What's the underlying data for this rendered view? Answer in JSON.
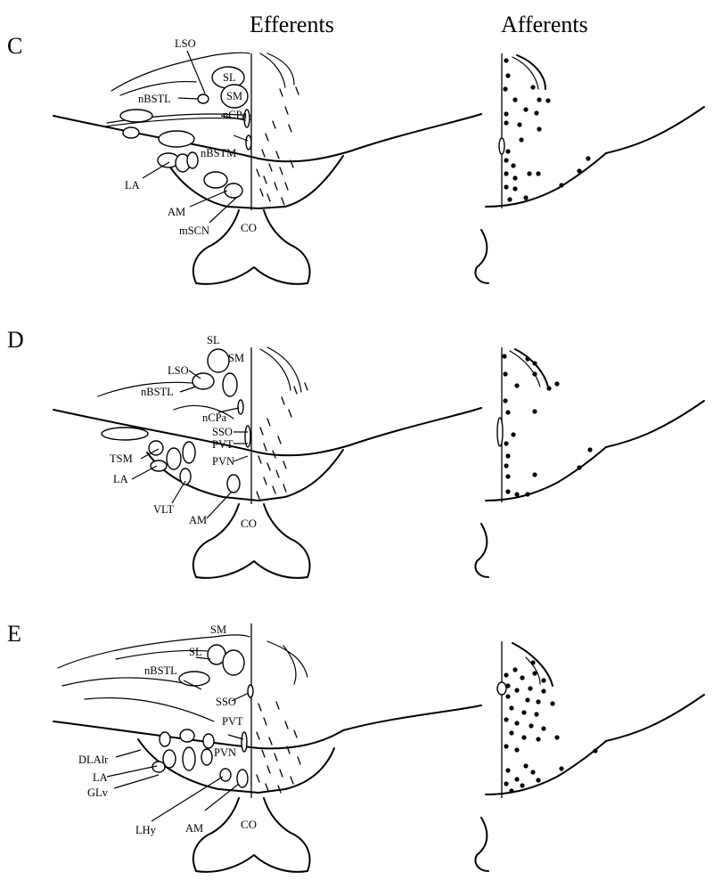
{
  "headers": {
    "efferents": "Efferents",
    "afferents": "Afferents"
  },
  "panels": [
    {
      "letter": "C",
      "labels": [
        "LSO",
        "SL",
        "SM",
        "nBSTL",
        "nCPa",
        "nBSTM",
        "LA",
        "AM",
        "mSCN",
        "CO"
      ]
    },
    {
      "letter": "D",
      "labels": [
        "SL",
        "SM",
        "LSO",
        "nBSTL",
        "nCPa",
        "SSO",
        "PVT",
        "PVN",
        "TSM",
        "LA",
        "VLT",
        "AM",
        "CO"
      ]
    },
    {
      "letter": "E",
      "labels": [
        "SL",
        "SM",
        "nBSTL",
        "SSO",
        "PVT",
        "PVN",
        "DLAlr",
        "LA",
        "GLv",
        "LHy",
        "AM",
        "CO"
      ]
    }
  ]
}
